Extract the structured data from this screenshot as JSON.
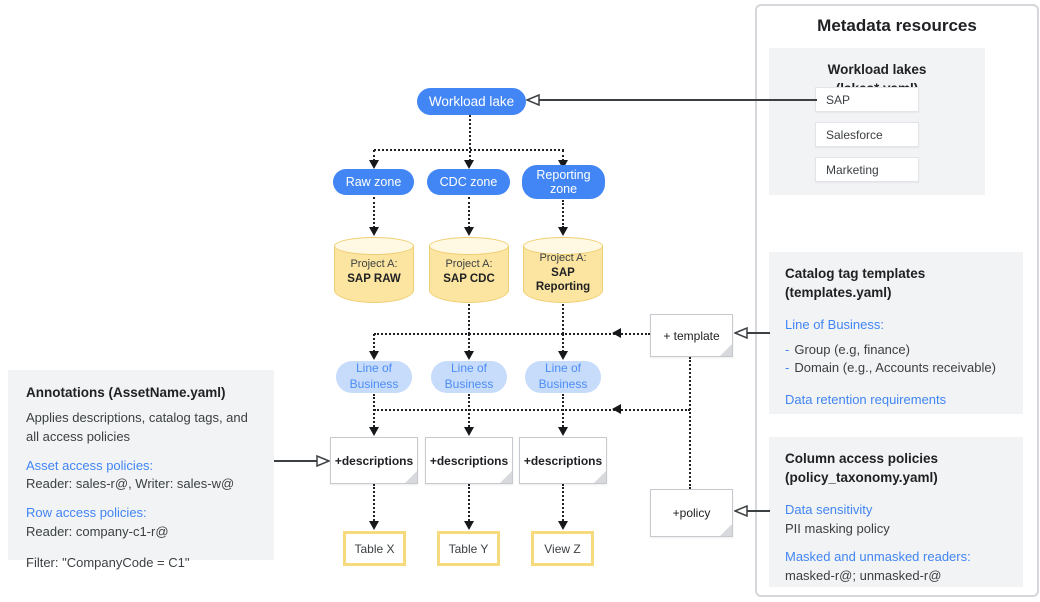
{
  "diagram": {
    "workload_lake": "Workload lake",
    "zones": [
      "Raw zone",
      "CDC zone",
      "Reporting zone"
    ],
    "projects": [
      {
        "prefix": "Project A:",
        "name": "SAP RAW"
      },
      {
        "prefix": "Project A:",
        "name": "SAP CDC"
      },
      {
        "prefix": "Project A:",
        "name": "SAP Reporting"
      }
    ],
    "lob_pills": [
      "Line of Business",
      "Line of Business",
      "Line of Business"
    ],
    "description_notes": [
      "+descriptions",
      "+descriptions",
      "+descriptions"
    ],
    "template_note": "+ template",
    "policy_note": "+policy",
    "tables": [
      "Table X",
      "Table Y",
      "View Z"
    ]
  },
  "annotations_panel": {
    "title": "Annotations (AssetName.yaml)",
    "body": "Applies descriptions, catalog tags, and all access policies",
    "asset_heading": "Asset access policies:",
    "asset_value": "Reader: sales-r@, Writer: sales-w@",
    "row_heading": "Row access policies:",
    "row_value": "Reader: company-c1-r@",
    "filter_value": "Filter: \"CompanyCode = C1\""
  },
  "metadata_panel": {
    "title": "Metadata resources",
    "workload_lakes": {
      "title": "Workload lakes (lakes*.yaml)",
      "items": [
        "SAP",
        "Salesforce",
        "Marketing"
      ]
    },
    "catalog_templates": {
      "title_line1": "Catalog tag templates",
      "title_line2": "(templates.yaml)",
      "lob_heading": "Line of Business:",
      "bullet": "-",
      "items": [
        "Group (e.g, finance)",
        "Domain (e.g., Accounts receivable)"
      ],
      "retention_heading": "Data retention requirements"
    },
    "column_policies": {
      "title_line1": "Column access policies",
      "title_line2": "(policy_taxonomy.yaml)",
      "sensitivity_heading": "Data sensitivity",
      "sensitivity_value": "PII masking policy",
      "readers_heading": "Masked and unmasked readers:",
      "readers_value": "masked-r@; unmasked-r@"
    }
  },
  "colors": {
    "accent_blue": "#4285F4",
    "light_blue_fill": "#C7DBFB",
    "light_blue_text": "#4C8DF6",
    "cylinder_yellow": "#FBE5A0",
    "cylinder_cap": "#FFF8E3",
    "table_border_yellow": "#F7D97E",
    "section_gray": "#F1F3F4",
    "heading_text": "#202124",
    "body_text": "#3C4043"
  }
}
